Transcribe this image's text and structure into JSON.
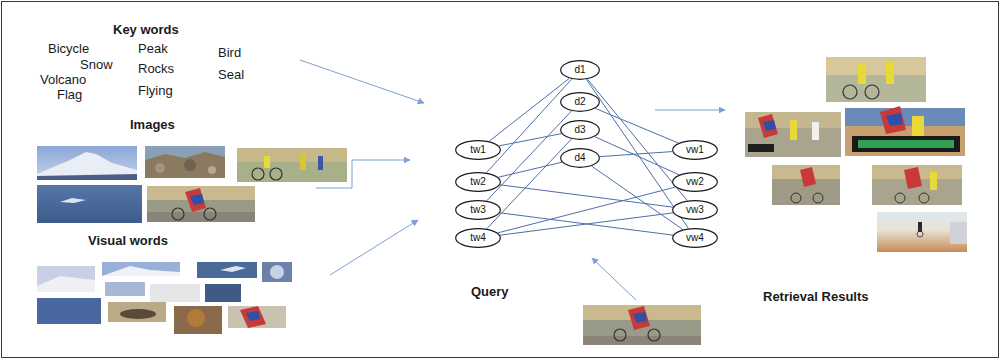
{
  "diagram": {
    "nodes": [
      {
        "text": [
          "tw1"
        ]
      },
      {
        "text": [
          "tw2"
        ]
      },
      {
        "text": [
          "tw3"
        ]
      },
      {
        "text": [
          "tw4"
        ]
      },
      {
        "text": [
          "d1"
        ]
      },
      {
        "text": [
          "d2"
        ]
      },
      {
        "text": [
          "d3"
        ]
      },
      {
        "text": [
          "d4"
        ]
      },
      {
        "text": [
          "vw1"
        ]
      },
      {
        "text": [
          "vw2"
        ]
      },
      {
        "text": [
          "vw3"
        ]
      },
      {
        "text": [
          "vw4"
        ]
      }
    ],
    "edges": [
      {
        "from": 0,
        "to": 4,
        "arrow": "none"
      },
      {
        "from": 0,
        "to": 6,
        "arrow": "none"
      },
      {
        "from": 1,
        "to": 4,
        "arrow": "none"
      },
      {
        "from": 1,
        "to": 7,
        "arrow": "none"
      },
      {
        "from": 2,
        "to": 5,
        "arrow": "none"
      },
      {
        "from": 2,
        "to": 11,
        "arrow": "none"
      },
      {
        "from": 3,
        "to": 6,
        "arrow": "none"
      },
      {
        "from": 3,
        "to": 9,
        "arrow": "none"
      },
      {
        "from": 3,
        "to": 10,
        "arrow": "none"
      },
      {
        "from": 4,
        "to": 10,
        "arrow": "none"
      },
      {
        "from": 4,
        "to": 11,
        "arrow": "none"
      },
      {
        "from": 5,
        "to": 8,
        "arrow": "none"
      },
      {
        "from": 6,
        "to": 9,
        "arrow": "none"
      },
      {
        "from": 7,
        "to": 8,
        "arrow": "none"
      },
      {
        "from": 7,
        "to": 11,
        "arrow": "none"
      },
      {
        "from": 1,
        "to": 10,
        "arrow": "none"
      }
    ],
    "labels": [
      "Key words",
      "Bicycle",
      "Peak",
      "Bird",
      "Snow",
      "Rocks",
      "Seal",
      "Volcano",
      "Flying",
      "Flag",
      "Images",
      "Visual words",
      "Query",
      "Retrieval Results"
    ]
  }
}
